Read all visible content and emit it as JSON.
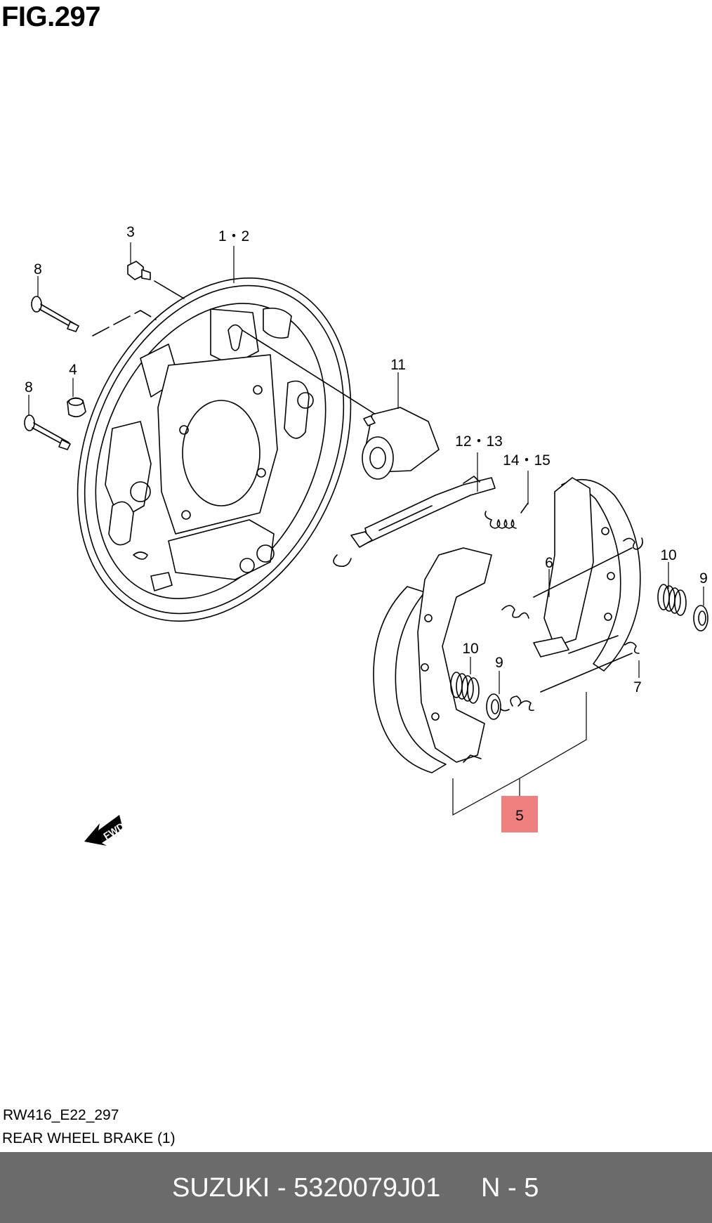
{
  "figure": {
    "title": "FIG.297"
  },
  "callouts": [
    {
      "id": "c-3",
      "label": "3"
    },
    {
      "id": "c-1-2",
      "label": "1・2"
    },
    {
      "id": "c-8a",
      "label": "8"
    },
    {
      "id": "c-4",
      "label": "4"
    },
    {
      "id": "c-8b",
      "label": "8"
    },
    {
      "id": "c-11",
      "label": "11"
    },
    {
      "id": "c-12-13",
      "label": "12・13"
    },
    {
      "id": "c-14-15",
      "label": "14・15"
    },
    {
      "id": "c-6",
      "label": "6"
    },
    {
      "id": "c-10a",
      "label": "10"
    },
    {
      "id": "c-9a",
      "label": "9"
    },
    {
      "id": "c-10b",
      "label": "10"
    },
    {
      "id": "c-9b",
      "label": "9"
    },
    {
      "id": "c-7",
      "label": "7"
    },
    {
      "id": "c-5",
      "label": "5",
      "highlighted": true
    }
  ],
  "fwd_marker": {
    "label": "FWD"
  },
  "reference": {
    "code": "RW416_E22_297"
  },
  "caption": {
    "text": "REAR WHEEL BRAKE (1)"
  },
  "footer": {
    "part": "SUZUKI - 5320079J01",
    "ref": "N - 5"
  },
  "colors": {
    "highlight": "#f08080",
    "footer_bg": "#6b6b6b",
    "footer_text": "#ffffff"
  }
}
